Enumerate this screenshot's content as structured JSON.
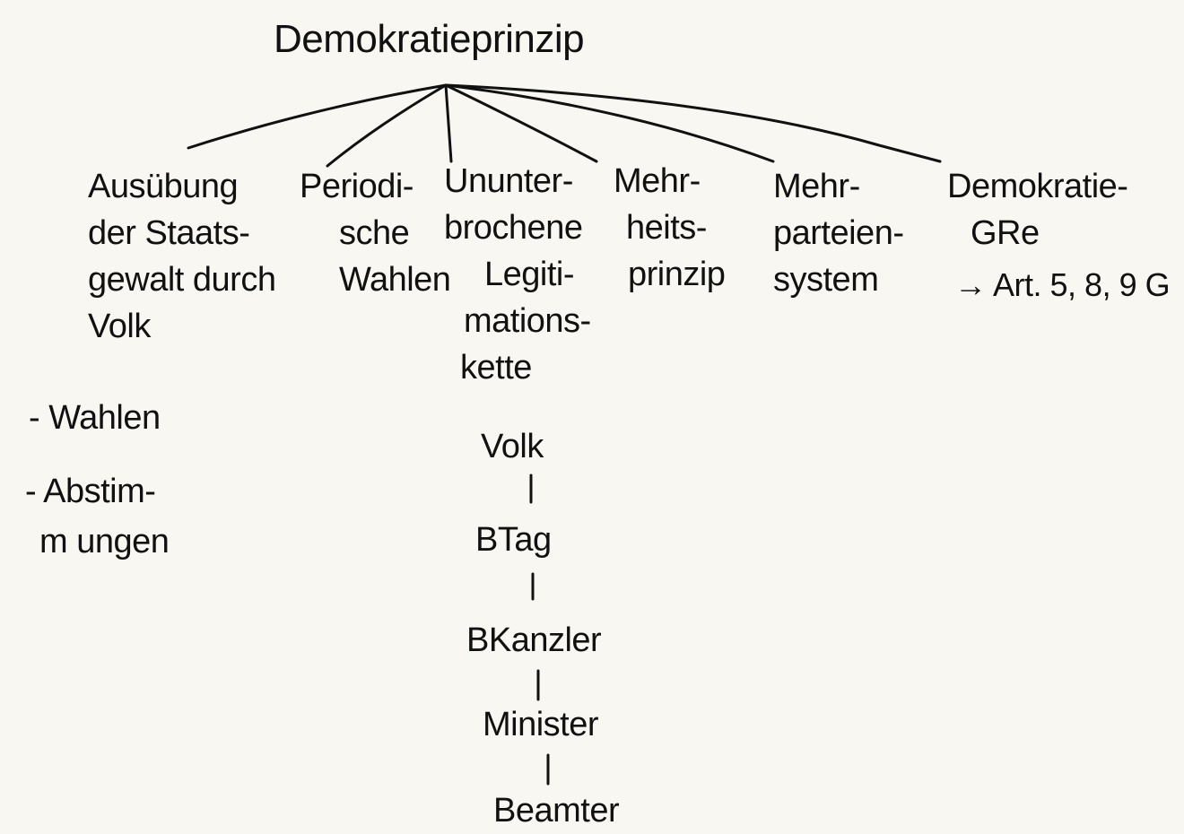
{
  "title": "Demokratieprinzip",
  "branches": [
    {
      "lines": [
        "Ausübung",
        "der Staats-",
        "gewalt durch",
        "Volk"
      ]
    },
    {
      "lines": [
        "Periodi-",
        "sche",
        "Wahlen"
      ]
    },
    {
      "lines": [
        "Ununter-",
        "brochene",
        "Legiti-",
        "mations-",
        "kette"
      ]
    },
    {
      "lines": [
        "Mehr-",
        "heits-",
        "prinzip"
      ]
    },
    {
      "lines": [
        "Mehr-",
        "parteien-",
        "system"
      ]
    },
    {
      "lines": [
        "Demokratie-",
        "GRe"
      ]
    }
  ],
  "volk_notes": [
    "- Wahlen",
    "- Abstim-",
    "m ungen"
  ],
  "grundrechte_note": "→ Art. 5, 8, 9 G",
  "chain": [
    "Volk",
    "BTag",
    "BKanzler",
    "Minister",
    "Beamter"
  ]
}
